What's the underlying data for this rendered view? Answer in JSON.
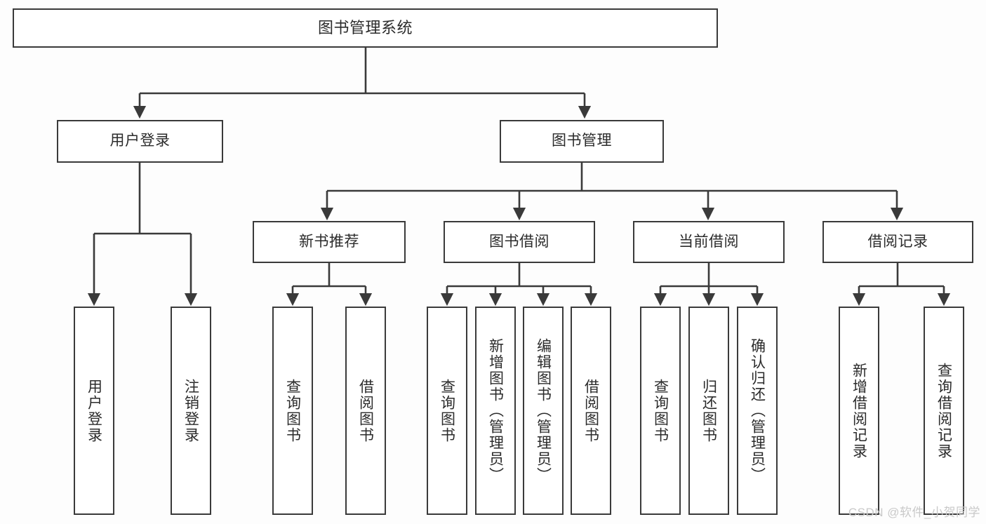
{
  "diagram": {
    "title": "图书管理系统",
    "type": "tree-hierarchy-chart",
    "watermark": "CSDN @软件_小贺同学",
    "colors": {
      "background": "#fdfdfd",
      "box_border": "#3a3a3a",
      "box_fill": "#ffffff",
      "connector": "#3a3a3a",
      "text": "#2b2b2b",
      "watermark": "#c9c9c9"
    }
  },
  "nodes": {
    "root": {
      "label": "图书管理系统"
    },
    "level1": [
      {
        "label": "用户登录"
      },
      {
        "label": "图书管理"
      }
    ],
    "level2": [
      {
        "label": "新书推荐"
      },
      {
        "label": "图书借阅"
      },
      {
        "label": "当前借阅"
      },
      {
        "label": "借阅记录"
      }
    ],
    "leaves": {
      "user_login": [
        {
          "label": "用户登录"
        },
        {
          "label": "注销登录"
        }
      ],
      "new_book_recommend": [
        {
          "label": "查询图书"
        },
        {
          "label": "借阅图书"
        }
      ],
      "book_borrow": [
        {
          "label": "查询图书"
        },
        {
          "label": "新增图书（管理员）"
        },
        {
          "label": "编辑图书（管理员）"
        },
        {
          "label": "借阅图书"
        }
      ],
      "current_borrow": [
        {
          "label": "查询图书"
        },
        {
          "label": "归还图书"
        },
        {
          "label": "确认归还（管理员）"
        }
      ],
      "borrow_record": [
        {
          "label": "新增借阅记录"
        },
        {
          "label": "查询借阅记录"
        }
      ]
    }
  }
}
